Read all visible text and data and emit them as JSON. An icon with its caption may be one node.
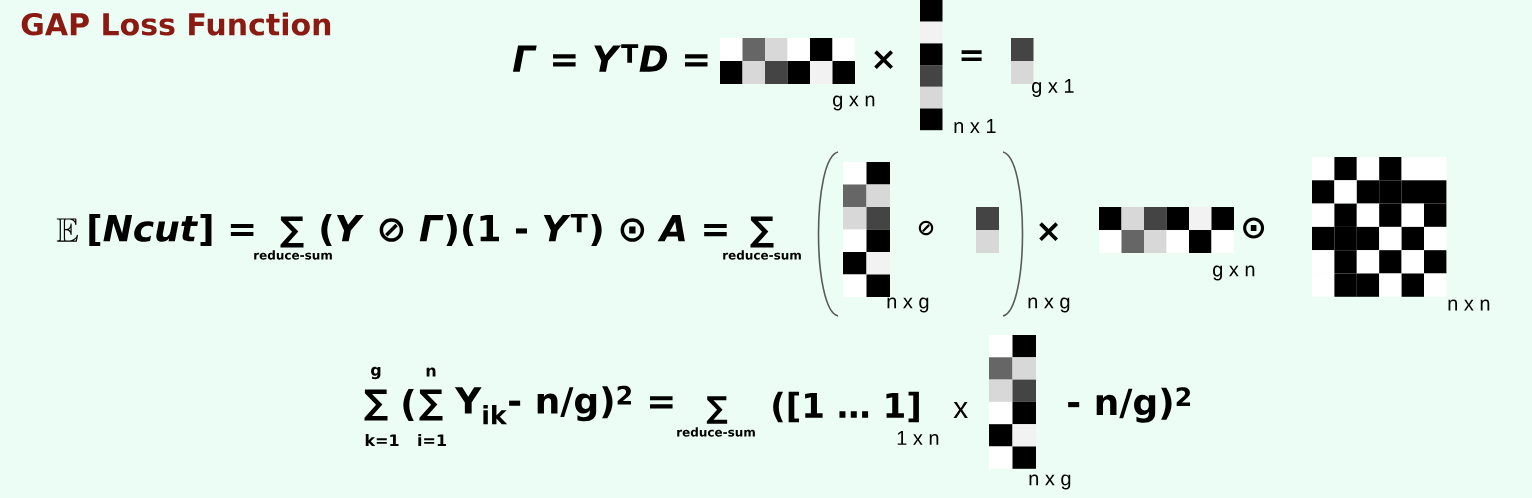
{
  "diagram": {
    "title": "GAP Loss Function",
    "labels": [
      "*Γ* = *Y*$^{T}$*D* =",
      "×",
      "=",
      "g x n",
      "n x 1",
      "g x 1",
      "\\mathbb{E}",
      "[*Ncut*] =",
      "∑",
      "reduce-sum",
      "(*Y* ⊘ *Γ*)(1 - *Y*$^{T}$) ⊙ *A* =",
      "∑",
      "reduce-sum",
      "⊘",
      "n x g",
      "n x g",
      "×",
      "g x n",
      "⊙",
      "n x n",
      "g",
      "n",
      "∑",
      "(",
      "∑",
      "k=1",
      "i=1",
      "Y$_{ik}$- n/g)$^{2}$ =",
      "∑",
      "reduce-sum",
      "([1 … 1]",
      "1 x n",
      "x",
      "- n/g)$^{2}$",
      "n x g"
    ]
  }
}
